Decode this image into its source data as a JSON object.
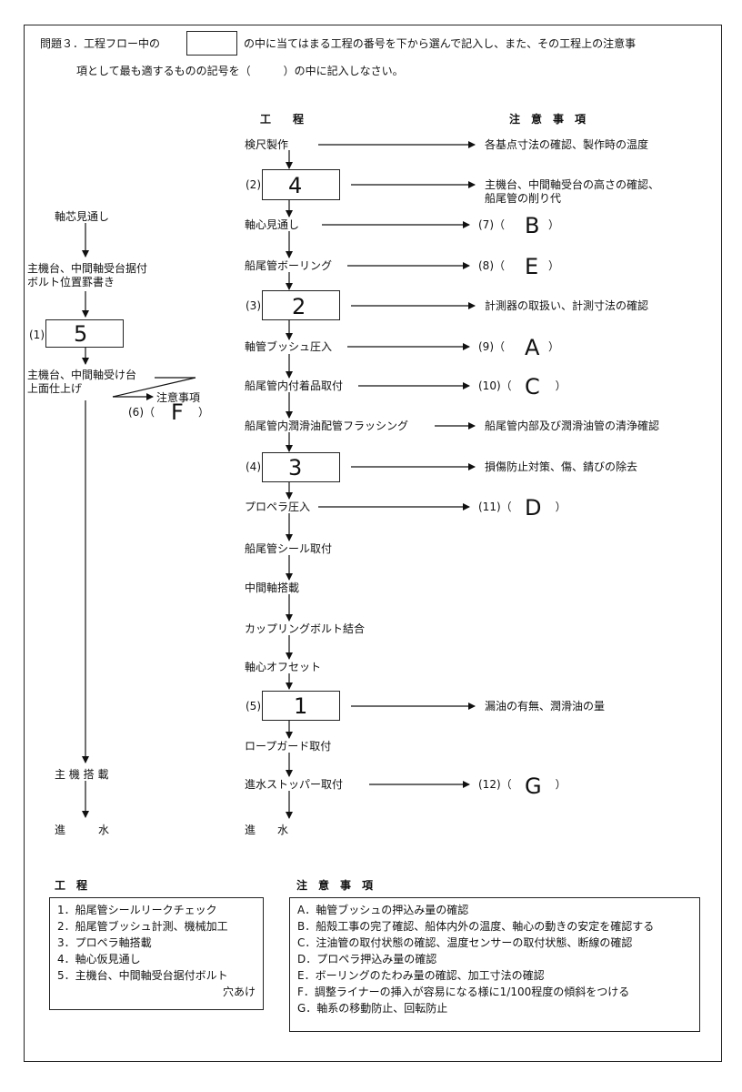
{
  "instruction": {
    "part1": "問題３．工程フロー中の",
    "part2": "の中に当てはまる工程の番号を下から選んで記入し、また、その工程上の注意事",
    "line2": "項として最も適するものの記号を（　　　）の中に記入しなさい。"
  },
  "headers": {
    "process": "工　　程",
    "caution": "注　意　事　項"
  },
  "left_flow": {
    "shaft_sighting": "軸芯見通し",
    "marking_line1": "主機台、中間軸受台据付",
    "marking_line2": "ボルト位置罫書き",
    "box1_label": "(1)",
    "box1_answer": "5",
    "finish_line1": "主機台、中間軸受け台",
    "finish_line2": "上面仕上げ",
    "caution_label": "注意事項",
    "caution_paren": "(6)（　　　　）",
    "caution_answer": "F",
    "main_engine": "主 機 搭 載",
    "launch": "進　　　水"
  },
  "main_flow": [
    {
      "process": "検尺製作",
      "caution": "各基点寸法の確認、製作時の温度"
    },
    {
      "label": "(2)",
      "answer": "4",
      "caution1": "主機台、中間軸受台の高さの確認、",
      "caution2": "船尾管の削り代"
    },
    {
      "process": "軸心見通し",
      "paren": "(7)（　　　　）",
      "answer": "B"
    },
    {
      "process": "船尾管ボーリング",
      "paren": "(8)（　　　　）",
      "answer": "E"
    },
    {
      "label": "(3)",
      "answer": "2",
      "caution": "計測器の取扱い、計測寸法の確認"
    },
    {
      "process": "軸管ブッシュ圧入",
      "paren": "(9)（　　　　）",
      "answer": "A"
    },
    {
      "process": "船尾管内付着品取付",
      "paren": "(10)（　　　　）",
      "answer": "C"
    },
    {
      "process": "船尾管内潤滑油配管フラッシング",
      "caution": "船尾管内部及び潤滑油管の清浄確認"
    },
    {
      "label": "(4)",
      "answer": "3",
      "caution": "損傷防止対策、傷、錆びの除去"
    },
    {
      "process": "プロペラ圧入",
      "paren": "(11)（　　　　）",
      "answer": "D"
    },
    {
      "process": "船尾管シール取付"
    },
    {
      "process": "中間軸搭載"
    },
    {
      "process": "カップリングボルト結合"
    },
    {
      "process": "軸心オフセット"
    },
    {
      "label": "(5)",
      "answer": "1",
      "caution": "漏油の有無、潤滑油の量"
    },
    {
      "process": "ロープガード取付"
    },
    {
      "process": "進水ストッパー取付",
      "paren": "(12)（　　　　）",
      "answer": "G"
    },
    {
      "process": "進　　水"
    }
  ],
  "legend_process": {
    "title": "工　程",
    "items": [
      "1．船尾管シールリークチェック",
      "2．船尾管ブッシュ計測、機械加工",
      "3．プロペラ軸搭載",
      "4．軸心仮見通し",
      "5．主機台、中間軸受台据付ボルト"
    ],
    "item5_cont": "穴あけ"
  },
  "legend_caution": {
    "title": "注　意　事　項",
    "items": [
      "A．軸管ブッシュの押込み量の確認",
      "B．船殻工事の完了確認、船体内外の温度、軸心の動きの安定を確認する",
      "C．注油管の取付状態の確認、温度センサーの取付状態、断線の確認",
      "D．プロペラ押込み量の確認",
      "E．ボーリングのたわみ量の確認、加工寸法の確認",
      "F．調整ライナーの挿入が容易になる様に1/100程度の傾斜をつける",
      "G．軸系の移動防止、回転防止"
    ]
  }
}
